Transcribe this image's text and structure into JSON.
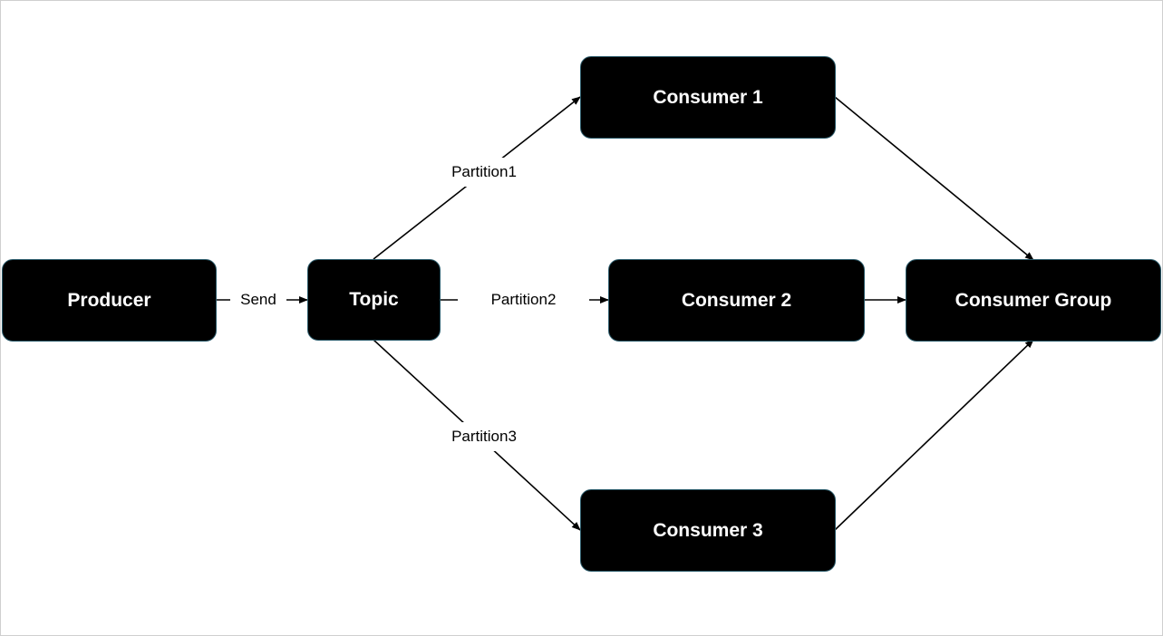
{
  "nodes": {
    "producer": "Producer",
    "topic": "Topic",
    "consumer1": "Consumer 1",
    "consumer2": "Consumer 2",
    "consumer3": "Consumer 3",
    "consumer_group": "Consumer Group"
  },
  "edges": {
    "send": "Send",
    "partition1": "Partition1",
    "partition2": "Partition2",
    "partition3": "Partition3"
  },
  "colors": {
    "node_fill": "#000000",
    "node_text": "#ffffff",
    "node_border": "#2a5a6a",
    "edge_stroke": "#000000",
    "background": "#ffffff"
  }
}
